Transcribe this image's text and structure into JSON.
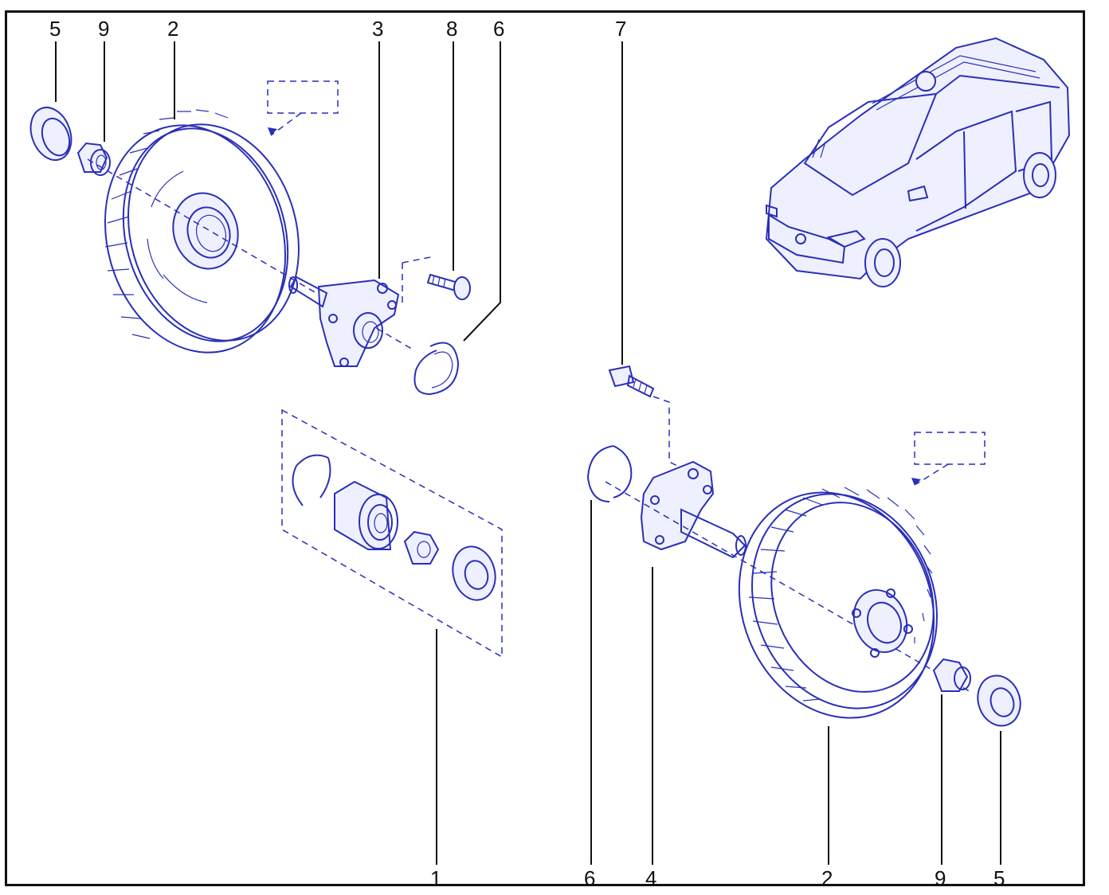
{
  "diagram": {
    "callouts": [
      {
        "id": "top-5",
        "label": "5"
      },
      {
        "id": "top-9",
        "label": "9"
      },
      {
        "id": "top-2",
        "label": "2"
      },
      {
        "id": "top-3",
        "label": "3"
      },
      {
        "id": "top-8",
        "label": "8"
      },
      {
        "id": "top-6",
        "label": "6"
      },
      {
        "id": "top-7",
        "label": "7"
      },
      {
        "id": "bot-1",
        "label": "1"
      },
      {
        "id": "bot-6",
        "label": "6"
      },
      {
        "id": "bot-4",
        "label": "4"
      },
      {
        "id": "bot-2",
        "label": "2"
      },
      {
        "id": "bot-9",
        "label": "9"
      },
      {
        "id": "bot-5",
        "label": "5"
      }
    ],
    "colors": {
      "line_art": "#2a2fb8",
      "callout_text": "#111111",
      "frame": "#111111"
    }
  }
}
